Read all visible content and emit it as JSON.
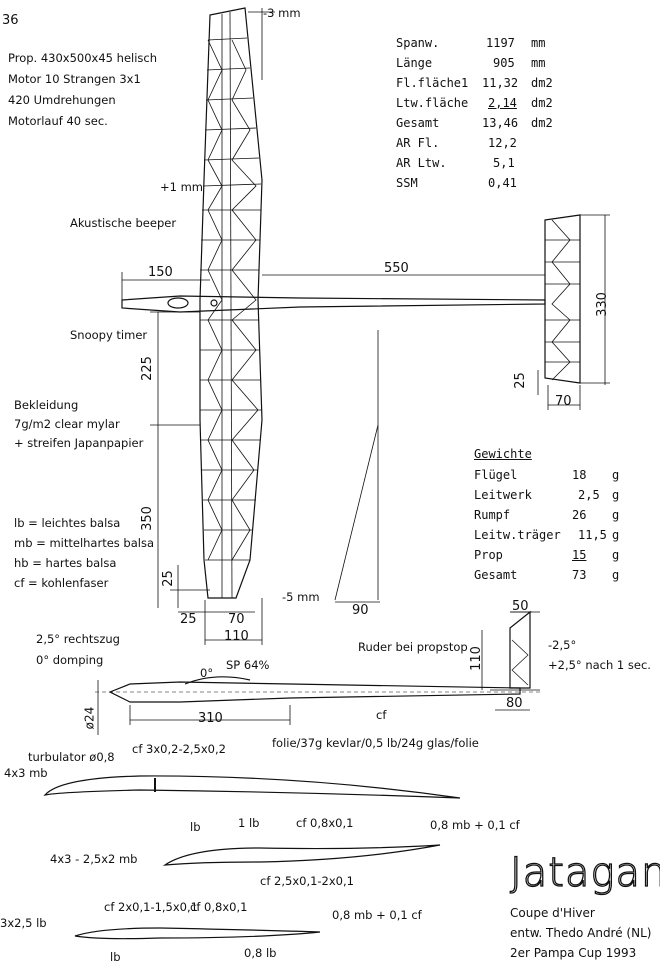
{
  "page_number": "36",
  "notes": {
    "motor": [
      "Prop. 430x500x45 helisch",
      "Motor 10 Strangen 3x1",
      "420 Umdrehungen",
      "Motorlauf 40 sec."
    ],
    "covering": [
      "Bekleidung",
      "7g/m2 clear mylar",
      "+ streifen Japanpapier"
    ],
    "legend": [
      "lb = leichtes balsa",
      "mb = mittelhartes balsa",
      "hb = hartes balsa",
      "cf = kohlenfaser"
    ]
  },
  "specs": [
    {
      "label": "Spanw.",
      "value": "1197",
      "unit": "mm"
    },
    {
      "label": "Länge",
      "value": "905",
      "unit": "mm"
    },
    {
      "label": "Fl.fläche1",
      "value": "11,32",
      "unit": "dm2"
    },
    {
      "label": "Ltw.fläche",
      "value": "2,14",
      "unit": "dm2"
    },
    {
      "label": "Gesamt",
      "value": "13,46",
      "unit": "dm2"
    },
    {
      "label": "AR Fl.",
      "value": "12,2",
      "unit": ""
    },
    {
      "label": "AR Ltw.",
      "value": "5,1",
      "unit": ""
    },
    {
      "label": "SSM",
      "value": "0,41",
      "unit": ""
    }
  ],
  "weights": {
    "title": "Gewichte",
    "rows": [
      {
        "label": "Flügel",
        "value": "18",
        "unit": "g"
      },
      {
        "label": "Leitwerk",
        "value": "2,5",
        "unit": "g"
      },
      {
        "label": "Rumpf",
        "value": "26",
        "unit": "g"
      },
      {
        "label": "Leitw.träger",
        "value": "11,5",
        "unit": "g"
      },
      {
        "label": "Prop",
        "value": "15",
        "unit": "g"
      },
      {
        "label": "Gesamt",
        "value": "73",
        "unit": "g"
      }
    ]
  },
  "plan_labels": {
    "tip_offset": "-3 mm",
    "plus_one": "+1 mm",
    "beeper": "Akustische beeper",
    "timer": "Snoopy timer",
    "dim_150": "150",
    "dim_550": "550",
    "dim_330": "330",
    "dim_225": "225",
    "dim_350": "350",
    "dim_25_tail": "25",
    "dim_70_tail": "70",
    "dim_25_v": "25",
    "dim_25_h": "25",
    "dim_70": "70",
    "dim_110": "110",
    "dim_90": "90",
    "minus_five": "-5 mm"
  },
  "side_labels": {
    "rechtszug": "2,5° rechtszug",
    "domping": "0° domping",
    "zero_deg": "0°",
    "sp": "SP 64%",
    "dia": "ø24",
    "len_310": "310",
    "cf": "cf",
    "material": "folie/37g kevlar/0,5 lb/24g glas/folie",
    "ruder": "Ruder bei propstop",
    "fin_50": "50",
    "fin_110": "110",
    "fin_80": "80",
    "minus_deg": "-2,5°",
    "plus_deg": "+2,5° nach 1 sec."
  },
  "sections": {
    "turbulator": "turbulator ø0,8",
    "mb_4x3": "4x3 mb",
    "cf_top": "cf 3x0,2-2,5x0,2",
    "lb_a": "lb",
    "lb_one": "1 lb",
    "cf_08": "cf 0,8x0,1",
    "mb_cf_a": "0,8 mb + 0,1 cf",
    "sec2_lead": "4x3 - 2,5x2 mb",
    "cf_25": "cf 2,5x0,1-2x0,1",
    "sec3_lead": "3x2,5 lb",
    "cf_2x01": "cf 2x0,1-1,5x0,1",
    "cf_08b": "cf 0,8x0,1",
    "mb_cf_b": "0,8 mb + 0,1 cf",
    "lb_b": "lb",
    "lb_08": "0,8 lb"
  },
  "title_block": {
    "name": "Jatagan",
    "lines": [
      "Coupe d'Hiver",
      "entw. Thedo André (NL)",
      "2er Pampa Cup 1993"
    ]
  }
}
